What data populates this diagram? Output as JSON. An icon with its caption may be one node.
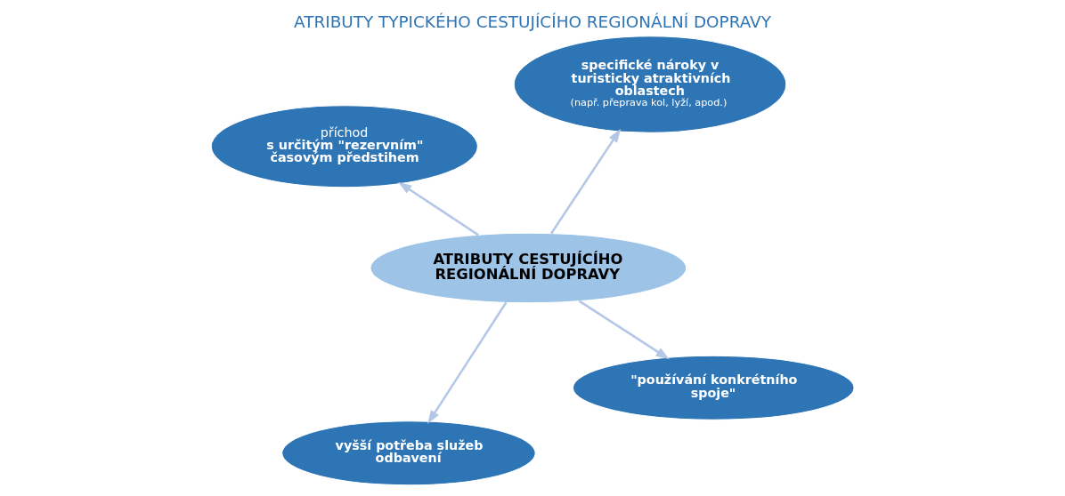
{
  "diagram": {
    "title": "ATRIBUTY TYPICKÉHO CESTUJÍCÍHO REGIONÁLNÍ DOPRAVY",
    "nodes": [
      {
        "text": [
          "ATRIBUTY CESTUJÍCÍHO REGIONÁLNÍ DOPRAVY"
        ]
      },
      {
        "text": [
          "\"používání konkrétního spoje\""
        ]
      },
      {
        "text": [
          "vyšší potřeba služeb odbavení"
        ]
      },
      {
        "text": [
          "příchod",
          "s určitým \"rezervním\" časovým předstihem"
        ]
      },
      {
        "text": [
          "specifické nároky v turisticky atraktivních oblastech",
          "(např. přeprava kol, lyží, apod.)"
        ]
      }
    ],
    "edges": [
      {
        "from": 0,
        "to": 1,
        "arrow": "to"
      },
      {
        "from": 0,
        "to": 2,
        "arrow": "to"
      },
      {
        "from": 0,
        "to": 3,
        "arrow": "to"
      },
      {
        "from": 0,
        "to": 4,
        "arrow": "to"
      }
    ]
  }
}
